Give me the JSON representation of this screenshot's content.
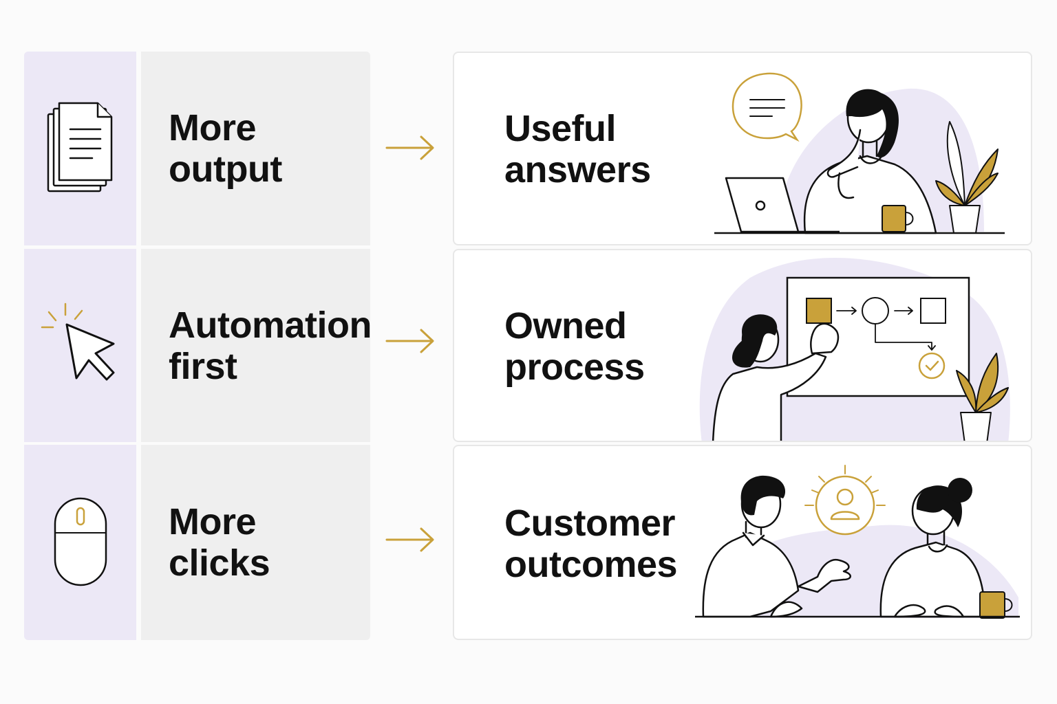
{
  "rows": [
    {
      "from": {
        "line1": "More",
        "line2": "output",
        "icon": "documents-icon"
      },
      "to": {
        "line1": "Useful",
        "line2": "answers",
        "illustration": "person-thinking-at-laptop"
      }
    },
    {
      "from": {
        "line1": "Automation",
        "line2": "first",
        "icon": "cursor-click-icon"
      },
      "to": {
        "line1": "Owned",
        "line2": "process",
        "illustration": "person-at-process-board"
      }
    },
    {
      "from": {
        "line1": "More",
        "line2": "clicks",
        "icon": "mouse-icon"
      },
      "to": {
        "line1": "Customer",
        "line2": "outcomes",
        "illustration": "two-people-conversation"
      }
    }
  ],
  "colors": {
    "accent_gold": "#c9a13a",
    "lavender": "#ece8f6",
    "grey_panel": "#efefef",
    "ink": "#111111"
  }
}
